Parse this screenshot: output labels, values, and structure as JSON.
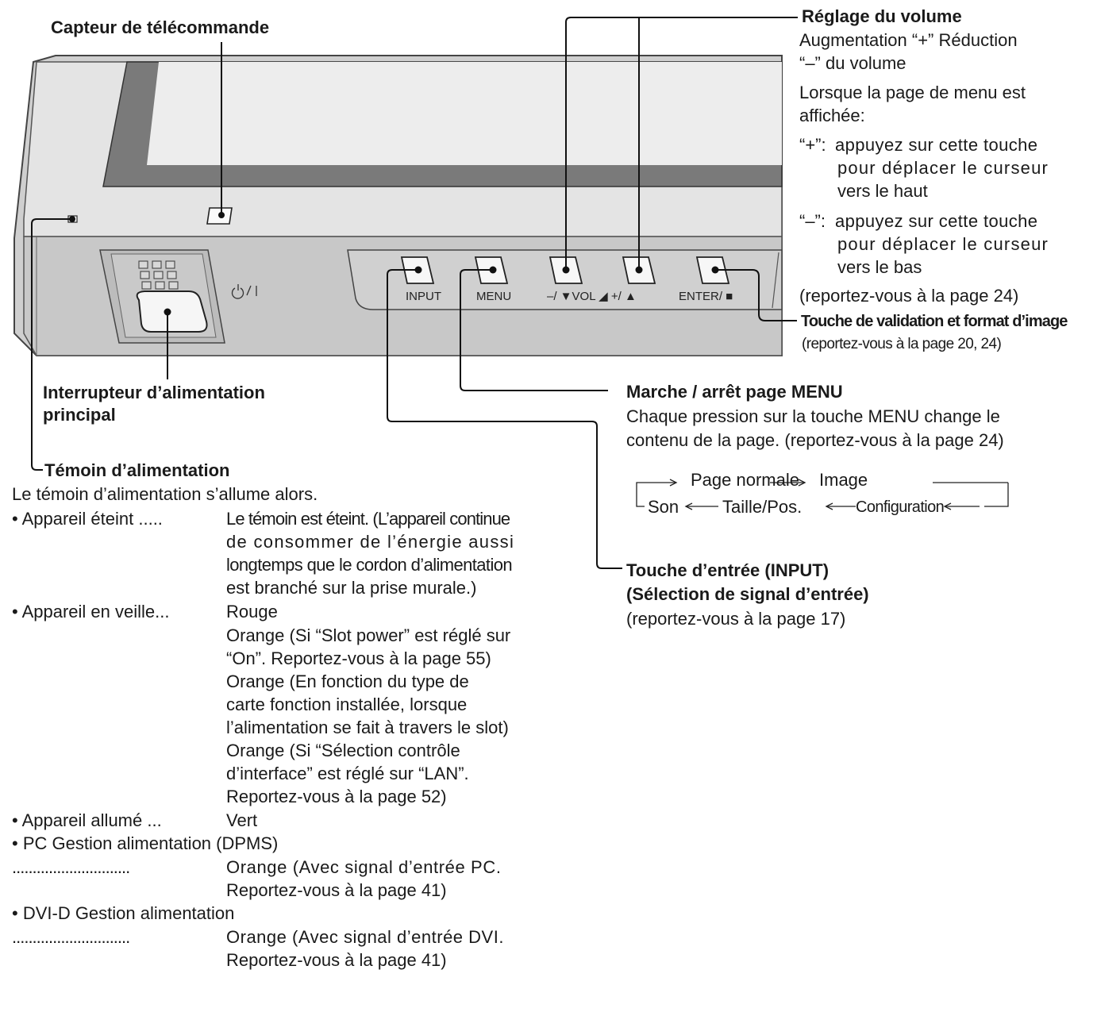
{
  "labels": {
    "remote_sensor": "Capteur de télécommande",
    "main_power": [
      "Interrupteur d’alimentation",
      "principal"
    ],
    "power_indicator": {
      "title": "Témoin d’alimentation",
      "intro": "Le témoin d’alimentation s’allume alors.",
      "states": [
        {
          "name": "• Appareil éteint .....",
          "lines": [
            "Le témoin est éteint. (L’appareil continue",
            "de consommer de l’énergie aussi",
            "longtemps que le cordon d’alimentation",
            "est branché sur la prise murale.)"
          ]
        },
        {
          "name": "• Appareil en veille...",
          "lines": [
            "Rouge",
            "Orange (Si “Slot power” est réglé sur",
            "“On”. Reportez-vous à la page 55)",
            "Orange (En fonction du type de",
            "carte fonction installée, lorsque",
            "l’alimentation se fait à travers le slot)",
            "Orange (Si “Sélection contrôle",
            "d’interface” est réglé sur “LAN”.",
            "Reportez-vous à la page 52)"
          ]
        },
        {
          "name": "• Appareil allumé ...",
          "lines": [
            "Vert"
          ]
        },
        {
          "name": "• PC Gestion alimentation (DPMS)",
          "dots": ".............................",
          "lines": [
            "Orange (Avec signal d’entrée PC.",
            "Reportez-vous à la page 41)"
          ]
        },
        {
          "name": "• DVI-D Gestion alimentation",
          "dots": ".............................",
          "lines": [
            "Orange (Avec signal d’entrée DVI.",
            "Reportez-vous à la page 41)"
          ]
        }
      ]
    },
    "volume": {
      "title": "Réglage du volume",
      "lines": [
        "Augmentation “+” Réduction",
        "“–” du volume",
        "Lorsque la page de menu est",
        "affichée:"
      ],
      "plus_key": "“+”:",
      "plus_lines": [
        "appuyez sur cette touche",
        "pour déplacer le curseur",
        "vers le haut"
      ],
      "minus_key": "“–”:",
      "minus_lines": [
        "appuyez sur cette touche",
        "pour déplacer le curseur",
        "vers le bas"
      ],
      "ref": "(reportez-vous à la page 24)"
    },
    "enter": {
      "title": "Touche de validation et format d’image",
      "ref": "(reportez-vous à la page 20, 24)"
    },
    "menu": {
      "title": "Marche / arrêt page MENU",
      "lines": [
        "Chaque pression sur la touche MENU change le",
        "contenu de la page. (reportez-vous à la page 24)"
      ],
      "cycle_top": [
        "Page normale",
        "Image"
      ],
      "cycle_bottom": [
        "Son",
        "Taille/Pos.",
        "Configuration"
      ]
    },
    "input": {
      "title": [
        "Touche d’entrée (INPUT)",
        "(Sélection de signal d’entrée)"
      ],
      "ref": "(reportez-vous à la page 17)"
    }
  },
  "panel": {
    "buttons": [
      "INPUT",
      "MENU",
      "–/ ▼VOL ◢ +/ ▲",
      "ENTER/ ■"
    ],
    "power_symbol": "⏻ / I"
  }
}
